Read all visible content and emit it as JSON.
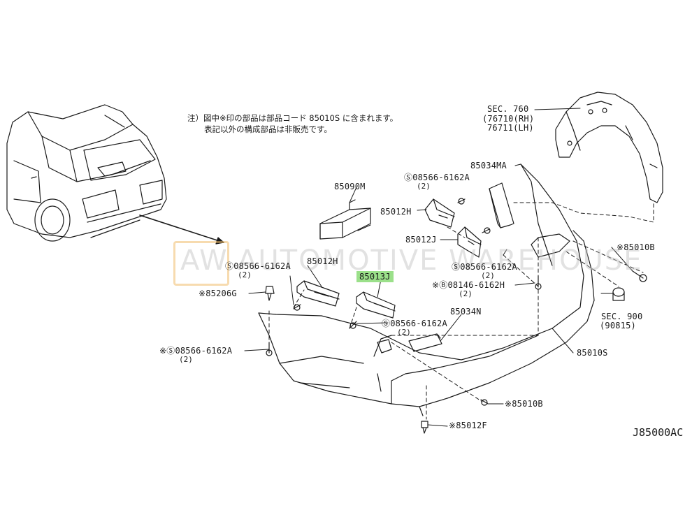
{
  "notes": {
    "line1": "注）図中※印の部品は部品コード 85010S に含まれます。",
    "line2": "表記以外の構成部品は非販売です。"
  },
  "watermark": {
    "logo": "AW",
    "text": "AUTOMOTIVE WAREHOUSE"
  },
  "diagram_code": "J85000AC",
  "highlight_color": "#9be08a",
  "parts": {
    "sec760": "SEC. 760",
    "p76710": "(76710(RH)",
    "p76711": "76711(LH)",
    "p85034MA": "85034MA",
    "p85090M": "85090M",
    "s08566_top": "Ⓢ08566-6162A",
    "s08566_top_qty": "(2)",
    "p85012H_right": "85012H",
    "p85012J": "85012J",
    "s08566_mid": "Ⓢ08566-6162A",
    "s08566_mid_qty": "(2)",
    "b08146": "※Ⓑ08146-6162H",
    "b08146_qty": "(2)",
    "p85010B_top": "※85010B",
    "s08566_left": "Ⓢ08566-6162A",
    "s08566_left_qty": "(2)",
    "p85012H_left": "85012H",
    "p85013J": "85013J",
    "p85206G": "※85206G",
    "s08566_center": "Ⓢ08566-6162A",
    "s08566_center_qty": "(2)",
    "p85034N": "85034N",
    "sec900": "SEC. 900",
    "p90815": "(90815)",
    "p85010S": "85010S",
    "s08566_bottom": "※Ⓢ08566-6162A",
    "s08566_bottom_qty": "(2)",
    "p85010B_bottom": "※85010B",
    "p85012F": "※85012F"
  }
}
